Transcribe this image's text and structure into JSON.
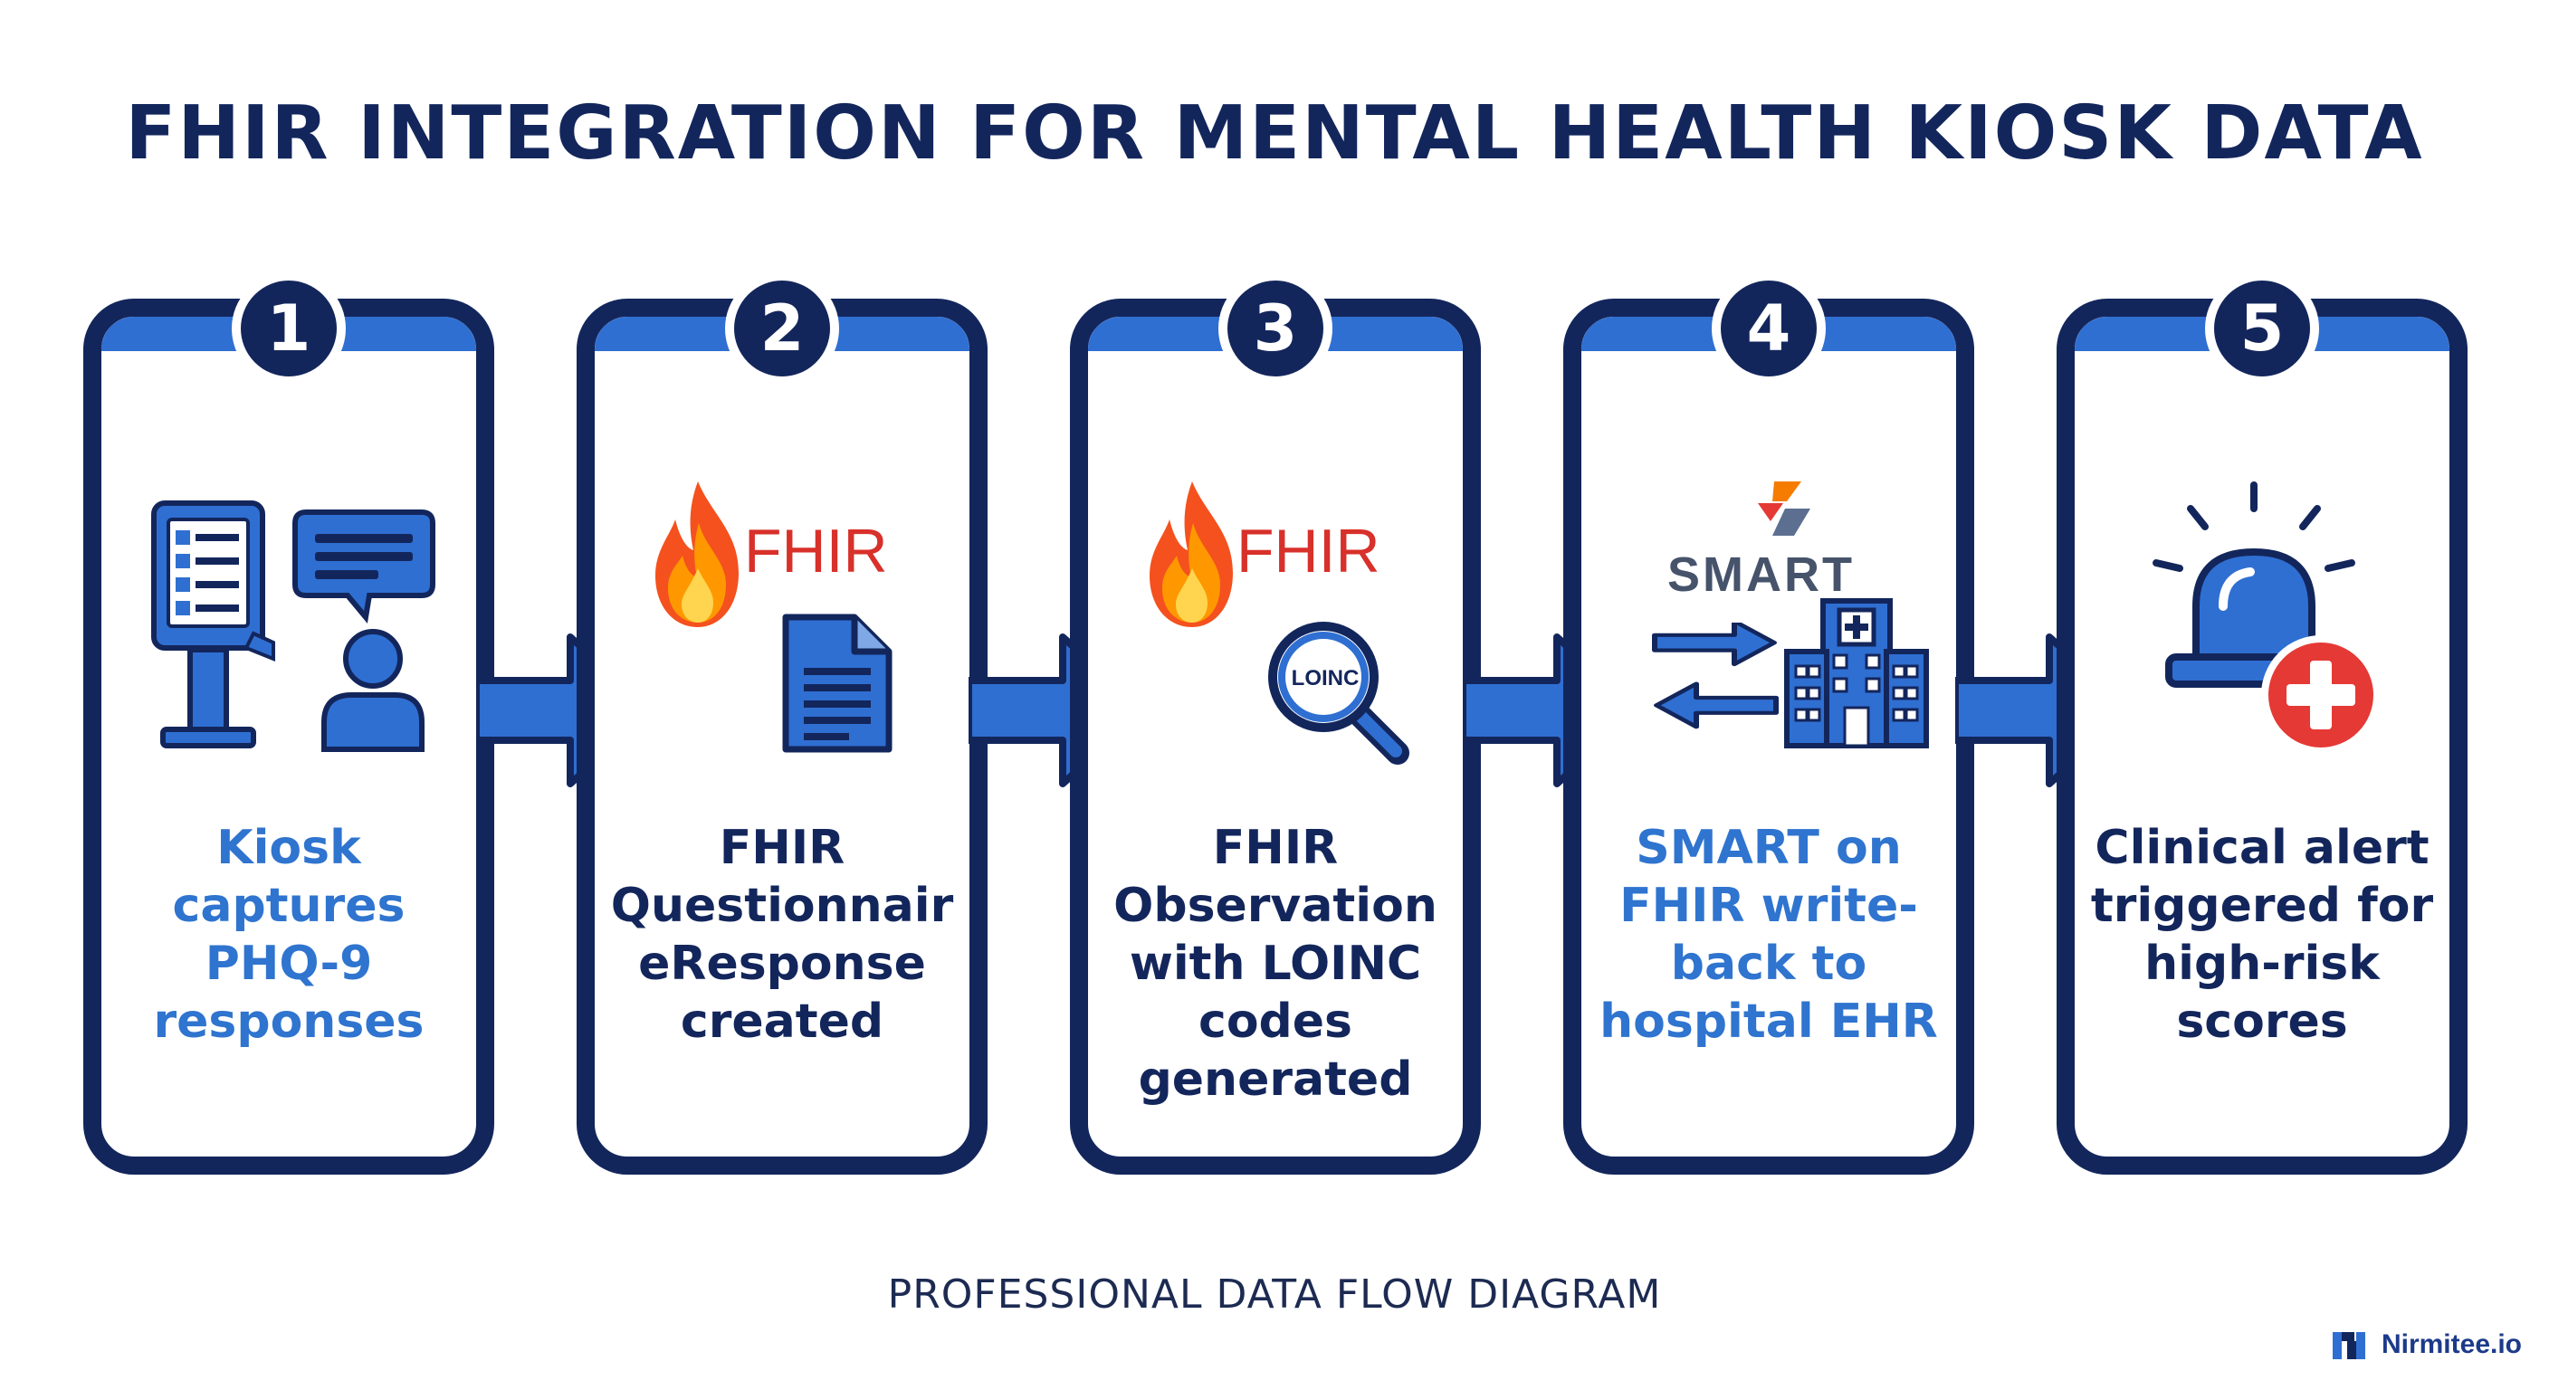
{
  "title": "FHIR INTEGRATION FOR MENTAL HEALTH KIOSK DATA",
  "subtitle": "PROFESSIONAL DATA FLOW DIAGRAM",
  "brand": "Nirmitee.io",
  "colors": {
    "navy": "#13265c",
    "blue": "#2f6fd2",
    "text_blue": "#2f74cf",
    "fhir_red": "#d8302a",
    "alert_red": "#e53935"
  },
  "steps": [
    {
      "number": "1",
      "lines": [
        "Kiosk",
        "captures",
        "PHQ-9",
        "responses"
      ],
      "icons": [
        "kiosk-icon",
        "chat-bubble-icon",
        "person-icon"
      ]
    },
    {
      "number": "2",
      "lines": [
        "FHIR",
        "Questionnair",
        "eResponse",
        "created"
      ],
      "logo_text": "FHIR",
      "icons": [
        "fhir-flame-icon",
        "document-icon"
      ]
    },
    {
      "number": "3",
      "lines": [
        "FHIR",
        "Observation",
        "with LOINC",
        "codes",
        "generated"
      ],
      "logo_text": "FHIR",
      "badge_text": "LOINC",
      "icons": [
        "fhir-flame-icon",
        "magnifier-icon"
      ]
    },
    {
      "number": "4",
      "lines": [
        "SMART on",
        "FHIR write-",
        "back to",
        "hospital EHR"
      ],
      "logo_text": "SMART",
      "icons": [
        "smart-logo-icon",
        "sync-arrows-icon",
        "hospital-icon"
      ]
    },
    {
      "number": "5",
      "lines": [
        "Clinical alert",
        "triggered for",
        "high-risk",
        "scores"
      ],
      "icons": [
        "alarm-light-icon",
        "medical-cross-icon"
      ]
    }
  ]
}
